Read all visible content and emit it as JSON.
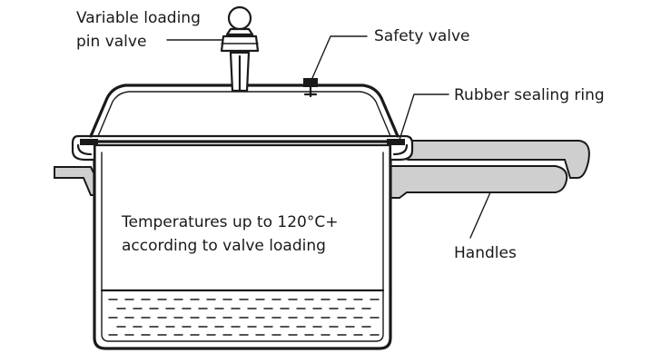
{
  "labels": {
    "pin_valve_line1": "Variable loading",
    "pin_valve_line2": "pin valve",
    "safety_valve": "Safety valve",
    "rubber_ring": "Rubber sealing ring",
    "handles": "Handles",
    "temperature_line1": "Temperatures up to 120°C+",
    "temperature_line2": "according to valve loading"
  },
  "colors": {
    "ink": "#1a1a1a",
    "handle_fill": "#cfcfcf",
    "background": "#ffffff"
  }
}
